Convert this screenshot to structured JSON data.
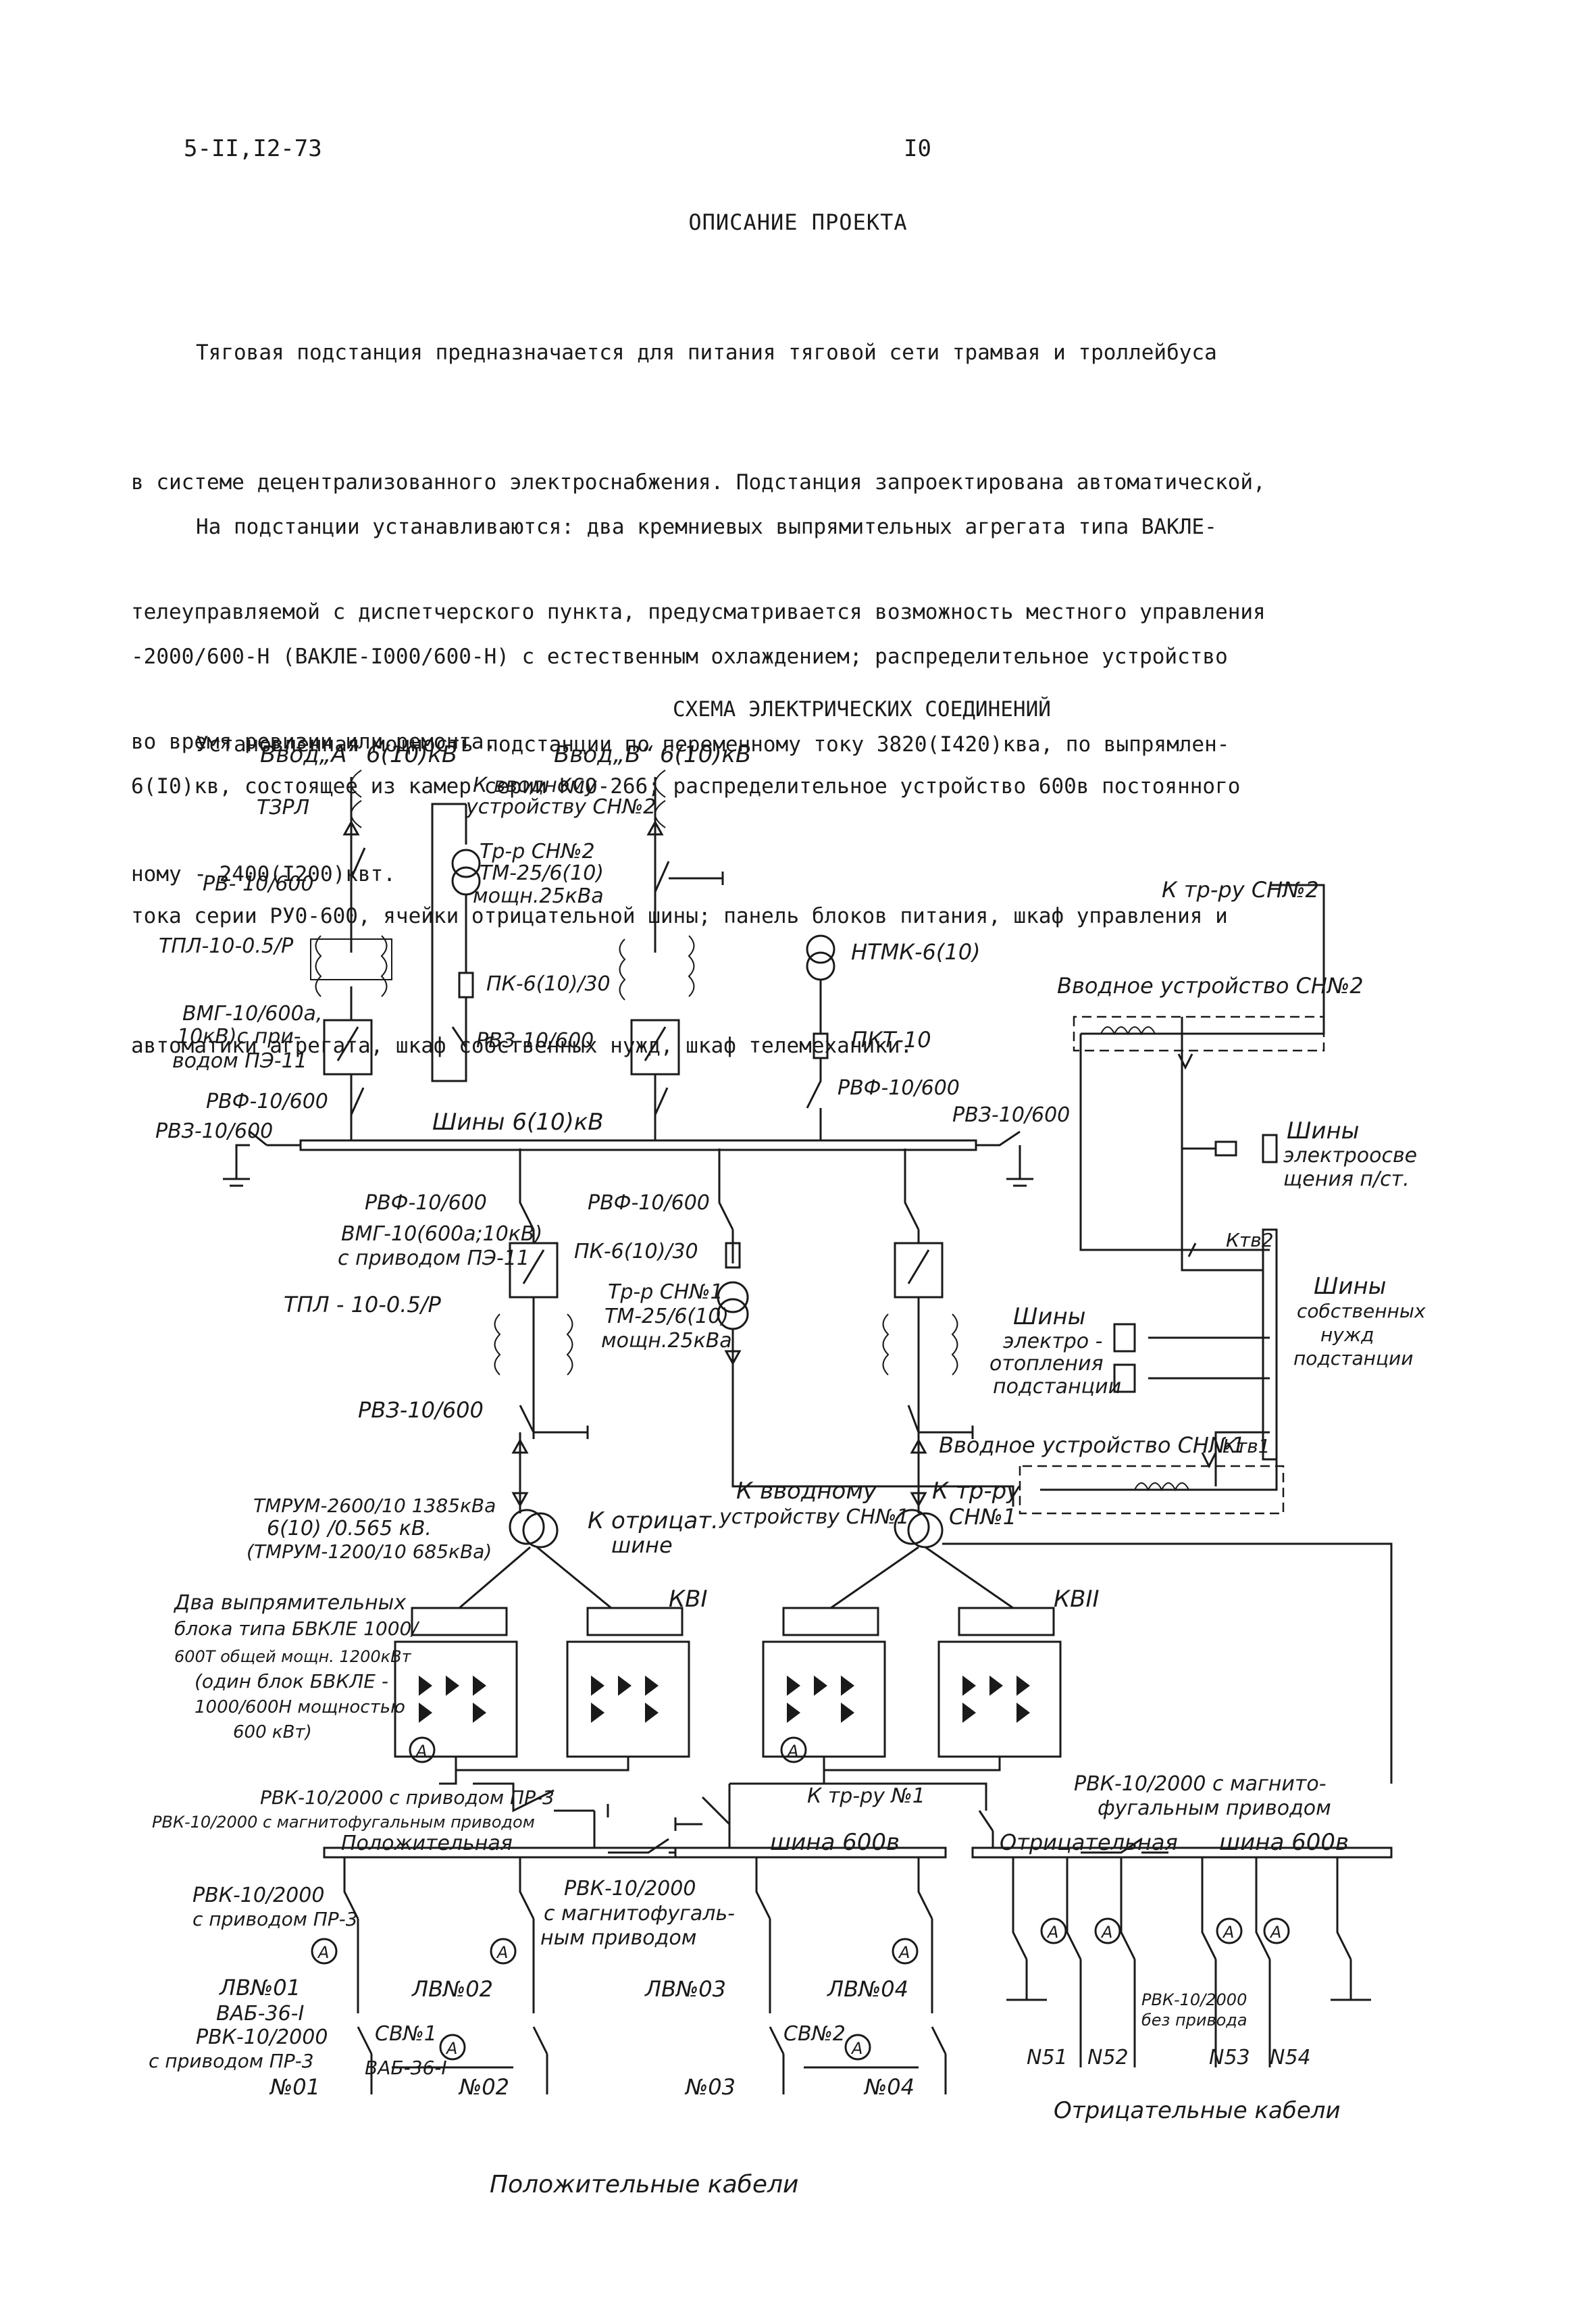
{
  "header": {
    "doc_code": "5-II,I2-73",
    "page_number": "I0"
  },
  "description": {
    "heading": "ОПИСАНИЕ ПРОЕКТА",
    "para1_lines": [
      "Тяговая подстанция предназначается для питания тяговой сети трамвая и троллейбуса",
      "в системе децентрализованного электроснабжения. Подстанция запроектирована автоматической,",
      "телеуправляемой с диспетчерского пункта, предусматривается возможность местного управления",
      "во время ревизии или ремонта."
    ],
    "para2_lines": [
      "На подстанции устанавливаются: два кремниевых выпрямительных агрегата типа ВАКЛЕ-",
      "-2000/600-Н (ВАКЛЕ-I000/600-Н) с естественным охлаждением; распределительное устройство",
      "6(I0)кв, состоящее из камер серии КСО-266; распределительное устройство 600в постоянного",
      "тока серии РУ0-600, ячейки отрицательной шины; панель блоков питания, шкаф управления и",
      "автоматики агрегата, шкаф собственных нужд, шкаф телемеханики."
    ],
    "para3_lines": [
      "Установленная мощность подстанции по переменному току 3820(I420)ква, по выпрямлен-",
      "ному - 2400(I200)квт."
    ]
  },
  "diagram": {
    "title": "СХЕМА ЭЛЕКТРИЧЕСКИХ СОЕДИНЕНИЙ",
    "labels": {
      "input_a": "Ввод„А“ 6(10)кВ",
      "input_b": "Ввод„В“ 6(10)кВ",
      "to_input_device_2_l1": "К вводному",
      "to_input_device_2_l2": "устройству СН№2",
      "tzrl": "ТЗРЛ",
      "rv": "РВ- 10/600",
      "tpl_top": "ТПЛ-10-0.5/Р",
      "aux_tr2_l1": "Тр-р СН№2",
      "aux_tr2_l2": "ТМ-25/6(10)",
      "aux_tr2_l3": "мощн.25кВа",
      "pk_top": "ПК-6(10)/30",
      "vmg_top_l1": "ВМГ-10/600а,",
      "vmg_top_l2": "10кВ)с при-",
      "vmg_top_l3": "водом ПЭ-11",
      "rvf_top": "РВФ-10/600",
      "rvz_top_left": "РВЗ-10/600",
      "rvz_mid": "РВЗ-10/600",
      "ntmk": "НТМК-6(10)",
      "pkt": "ПКТ-10",
      "rvf_ntmk": "РВФ-10/600",
      "rvz_top_right": "РВЗ-10/600",
      "bus_6kv": "Шины 6(10)кВ",
      "to_tr_ru_sn2": "К тр-ру СН№2",
      "input_device_sn2": "Вводное устройство СН№2",
      "lighting_bus_l1": "Шины",
      "lighting_bus_l2": "электроосве",
      "lighting_bus_l3": "щения п/ст.",
      "ktv2": "Ктв2",
      "ktv1": "Ктв1",
      "aux_bus_l1": "Шины",
      "aux_bus_l2": "собственных",
      "aux_bus_l3": "нужд",
      "aux_bus_l4": "подстанции",
      "heating_bus_l1": "Шины",
      "heating_bus_l2": "электро -",
      "heating_bus_l3": "отопления",
      "heating_bus_l4": "подстанции",
      "rvf_left": "РВФ-10/600",
      "vmg_left_l1": "ВМГ-10(600а;10кВ)",
      "vmg_left_l2": "с приводом ПЭ-11",
      "tpl_left": "ТПЛ - 10-0.5/Р",
      "rvf_center": "РВФ-10/600",
      "pk_center": "ПК-6(10)/30",
      "aux_tr1_l1": "Тр-р СН№1",
      "aux_tr1_l2": "ТМ-25/6(10)",
      "aux_tr1_l3": "мощн.25кВа",
      "rvz_lower": "РВЗ-10/600",
      "input_device_sn1": "Вводное устройство СН№1",
      "to_input_device_1_l1": "К вводному",
      "to_input_device_1_l2": "устройству СН№1",
      "to_tr_ru_sn1_l1": "К тр-ру",
      "to_tr_ru_sn1_l2": "СН№1",
      "tr_left_l1": "ТМРУМ-2600/10 1385кВа",
      "tr_left_l2": "6(10) /0.565 кВ.",
      "tr_left_l3": "(ТМРУМ-1200/10 685кВа)",
      "to_neg_bus_l1": "К отрицат.",
      "to_neg_bus_l2": "шине",
      "two_rect_l1": "Два выпрямительных",
      "two_rect_l2": "блока типа БВКЛЕ 1000/",
      "two_rect_l3": "600Т общей мощн. 1200кВт",
      "two_rect_l4": "(один блок БВКЛЕ -",
      "two_rect_l5": "1000/600Н мощностью",
      "two_rect_l6": "600 кВт)",
      "kv1": "КВI",
      "kv2": "КВII",
      "rvk_pr3_top": "РВК-10/2000 с приводом ПР-3",
      "rvk_mag_left": "РВК-10/2000 с магнитофугальным приводом",
      "positive_bus": "Положительная",
      "bus_600v_left": "шина 600в",
      "rvk_mag_mid_l1": "РВК-10/2000",
      "rvk_mag_mid_l2": "с магнитофугаль-",
      "rvk_mag_mid_l3": "ным приводом",
      "to_tr_ru_n1": "К тр-ру №1",
      "rvk_mag_right_l1": "РВК-10/2000 с магнито-",
      "rvk_mag_right_l2": "фугальным приводом",
      "negative_bus": "Отрицательная",
      "bus_600v_right": "шина 600в",
      "rvk_pr3_left_l1": "РВК-10/2000",
      "rvk_pr3_left_l2": "с приводом ПР-3",
      "lv01": "ЛВ№01",
      "lv02": "ЛВ№02",
      "lv03": "ЛВ№03",
      "lv04": "ЛВ№04",
      "vab_left": "ВАБ-36-I",
      "rvk_pr3_bottom_l1": "РВК-10/2000",
      "rvk_pr3_bottom_l2": "с приводом ПР-3",
      "sv1": "СВ№1",
      "sv2": "СВ№2",
      "vab_mid": "ВАБ-36-I",
      "n01": "№01",
      "n02": "№02",
      "n03": "№03",
      "n04": "№04",
      "rvk_noact_l1": "РВК-10/2000",
      "rvk_noact_l2": "без привода",
      "n51": "N51",
      "n52": "N52",
      "n53": "N53",
      "n54": "N54",
      "negative_cables": "Отрицательные кабели",
      "positive_cables": "Положительные кабели",
      "ammeter": "А"
    }
  }
}
